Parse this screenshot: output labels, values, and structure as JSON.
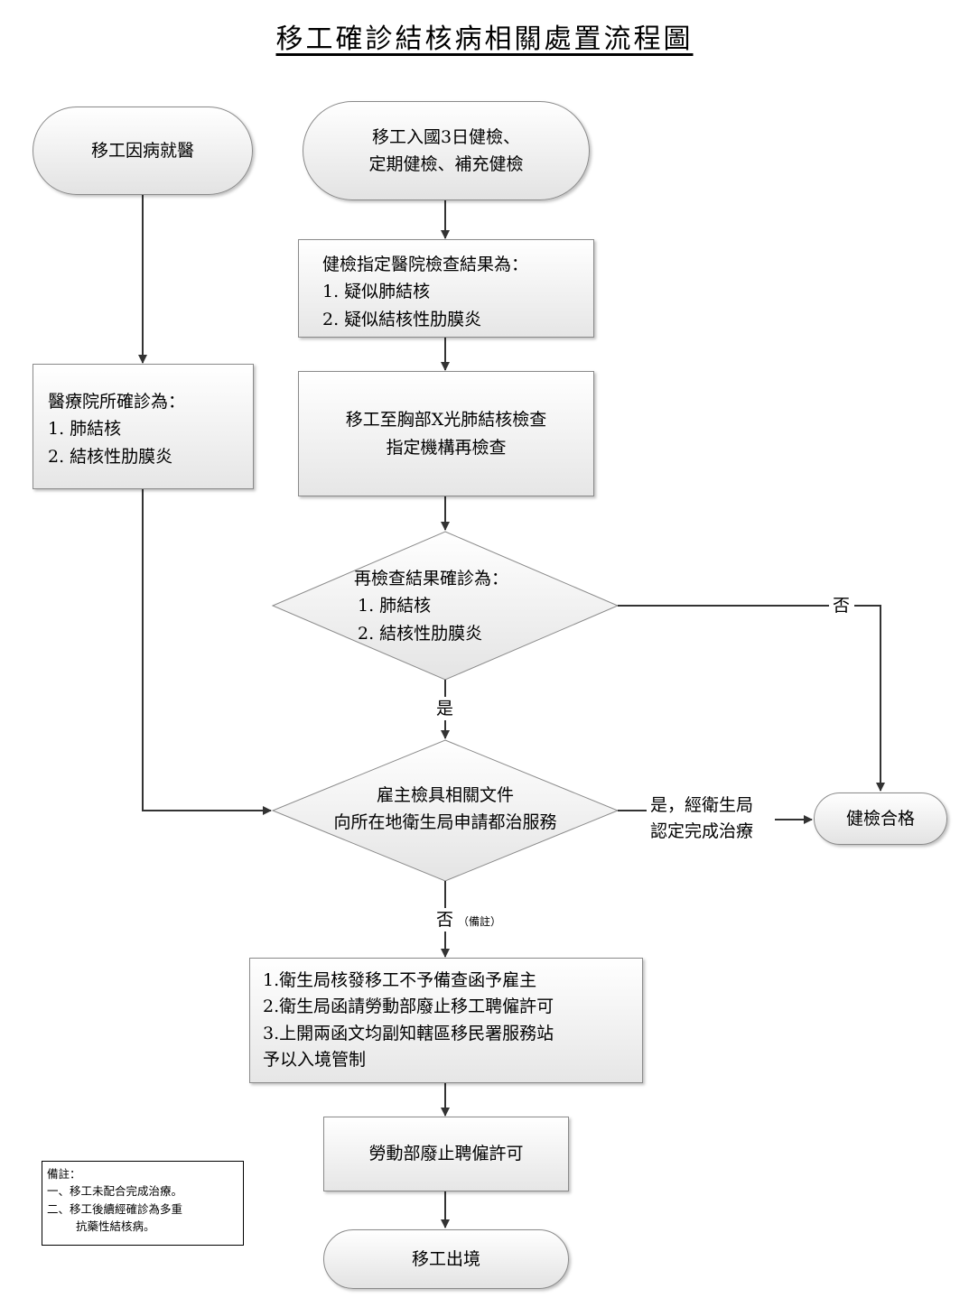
{
  "title": "移工確診結核病相關處置流程圖",
  "nodes": {
    "start_left": "移工因病就醫",
    "start_main": [
      "移工入國3日健檢、",
      "定期健檢、補充健檢"
    ],
    "check_result": {
      "heading": "健檢指定醫院檢查結果為：",
      "items": [
        "1.  疑似肺結核",
        "2.  疑似結核性肋膜炎"
      ]
    },
    "hospital_diag": {
      "heading": "醫療院所確診為：",
      "items": [
        "1.  肺結核",
        "2.  結核性肋膜炎"
      ]
    },
    "xray": [
      "移工至胸部X光肺結核檢查",
      "指定機構再檢查"
    ],
    "decision1": {
      "heading": "再檢查結果確診為：",
      "items": [
        "1.  肺結核",
        "2.  結核性肋膜炎"
      ]
    },
    "decision2": [
      "雇主檢具相關文件",
      "向所在地衛生局申請都治服務"
    ],
    "pass": "健檢合格",
    "actions": [
      "1.衛生局核發移工不予備查函予雇主",
      "2.衛生局函請勞動部廢止移工聘僱許可",
      "3.上開兩函文均副知轄區移民署服務站",
      "予以入境管制"
    ],
    "revoke": "勞動部廢止聘僱許可",
    "end": "移工出境"
  },
  "labels": {
    "d1_no": "否",
    "d1_yes": "是",
    "d2_yes": [
      "是，經衛生局",
      "認定完成治療"
    ],
    "d2_no": "否",
    "d2_no_note": "（備註）"
  },
  "note": {
    "heading": "備註：",
    "line1": "一、移工未配合完成治療。",
    "line2": "二、移工後續經確診為多重",
    "line3": "抗藥性結核病。"
  }
}
